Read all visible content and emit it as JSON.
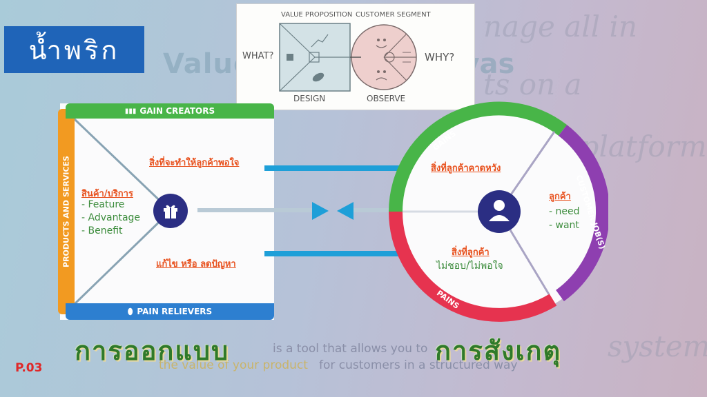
{
  "badge": {
    "title": "น้ำพริก"
  },
  "background": {
    "heading_left": "Value",
    "heading_right": "nvas",
    "bottom_line1_a": "is a tool that allows you to",
    "bottom_line1_b": "the value of your product",
    "bottom_line2": "for customers in a structured way"
  },
  "sketch": {
    "value_proposition": "VALUE PROPOSITION",
    "customer_segment": "CUSTOMER SEGMENT",
    "what": "WHAT?",
    "why": "WHY?",
    "design": "DESIGN",
    "observe": "OBSERVE"
  },
  "square": {
    "gain_creators": "GAIN CREATORS",
    "pain_relievers": "PAIN RELIEVERS",
    "products_services": "PRODUCTS AND SERVICES",
    "gain_text": "สิ่งที่จะทำให้ลูกค้าพอใจ",
    "product_title": "สินค้า/บริการ",
    "product_items": [
      "- Feature",
      "- Advantage",
      "- Benefit"
    ],
    "pain_text": "แก้ไข หรือ ลดปัญหา"
  },
  "circle": {
    "gains": "GAINS",
    "pains": "PAINS",
    "customer_jobs": "CUSTOMER JOB(S)",
    "gains_text": "สิ่งที่ลูกค้าคาดหวัง",
    "customer_title": "ลูกค้า",
    "customer_items": [
      "- need",
      "- want"
    ],
    "pains_title": "สิ่งที่ลูกค้า",
    "pains_sub": "ไม่ชอบ/ไม่พอใจ"
  },
  "labels": {
    "design_th": "การออกแบบ",
    "observe_th": "การสังเกตุ",
    "page": "P.03"
  },
  "colors": {
    "gain": "#48b548",
    "pain": "#e6334f",
    "jobs": "#8e3fb0",
    "products": "#f29a21",
    "relievers": "#2d7fd0",
    "arrow": "#1e9fd8",
    "icon": "#2b2e83"
  }
}
